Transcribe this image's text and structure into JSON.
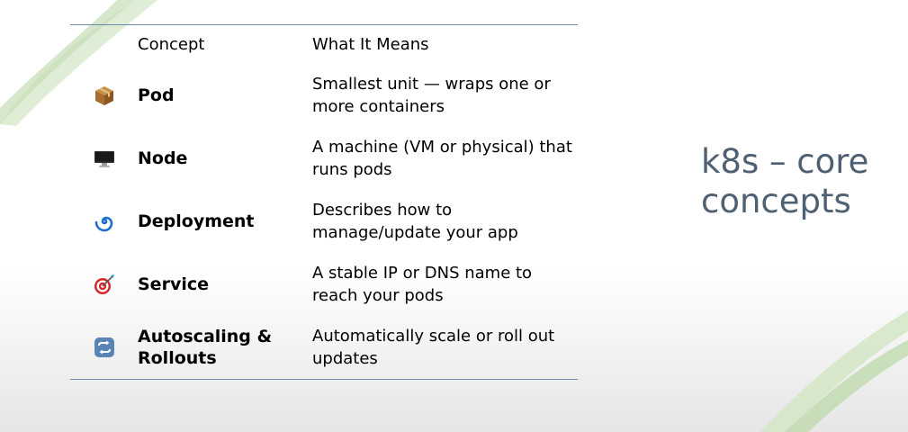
{
  "slide": {
    "title": "k8s – core concepts",
    "title_color": "#4f6072",
    "rule_color": "#6f8aa8"
  },
  "table": {
    "headers": {
      "concept": "Concept",
      "means": "What It Means"
    },
    "rows": [
      {
        "icon": "package-icon",
        "concept": "Pod",
        "means": "Smallest unit — wraps one or more containers"
      },
      {
        "icon": "desktop-computer-icon",
        "concept": "Node",
        "means": "A machine (VM or physical) that runs pods"
      },
      {
        "icon": "cyclone-icon",
        "concept": "Deployment",
        "means": "Describes how to manage/update your app"
      },
      {
        "icon": "direct-hit-target-icon",
        "concept": "Service",
        "means": "A stable IP or DNS name to reach your pods"
      },
      {
        "icon": "repeat-arrows-icon",
        "concept": "Autoscaling & Rollouts",
        "means": "Automatically scale or roll out updates"
      }
    ]
  }
}
